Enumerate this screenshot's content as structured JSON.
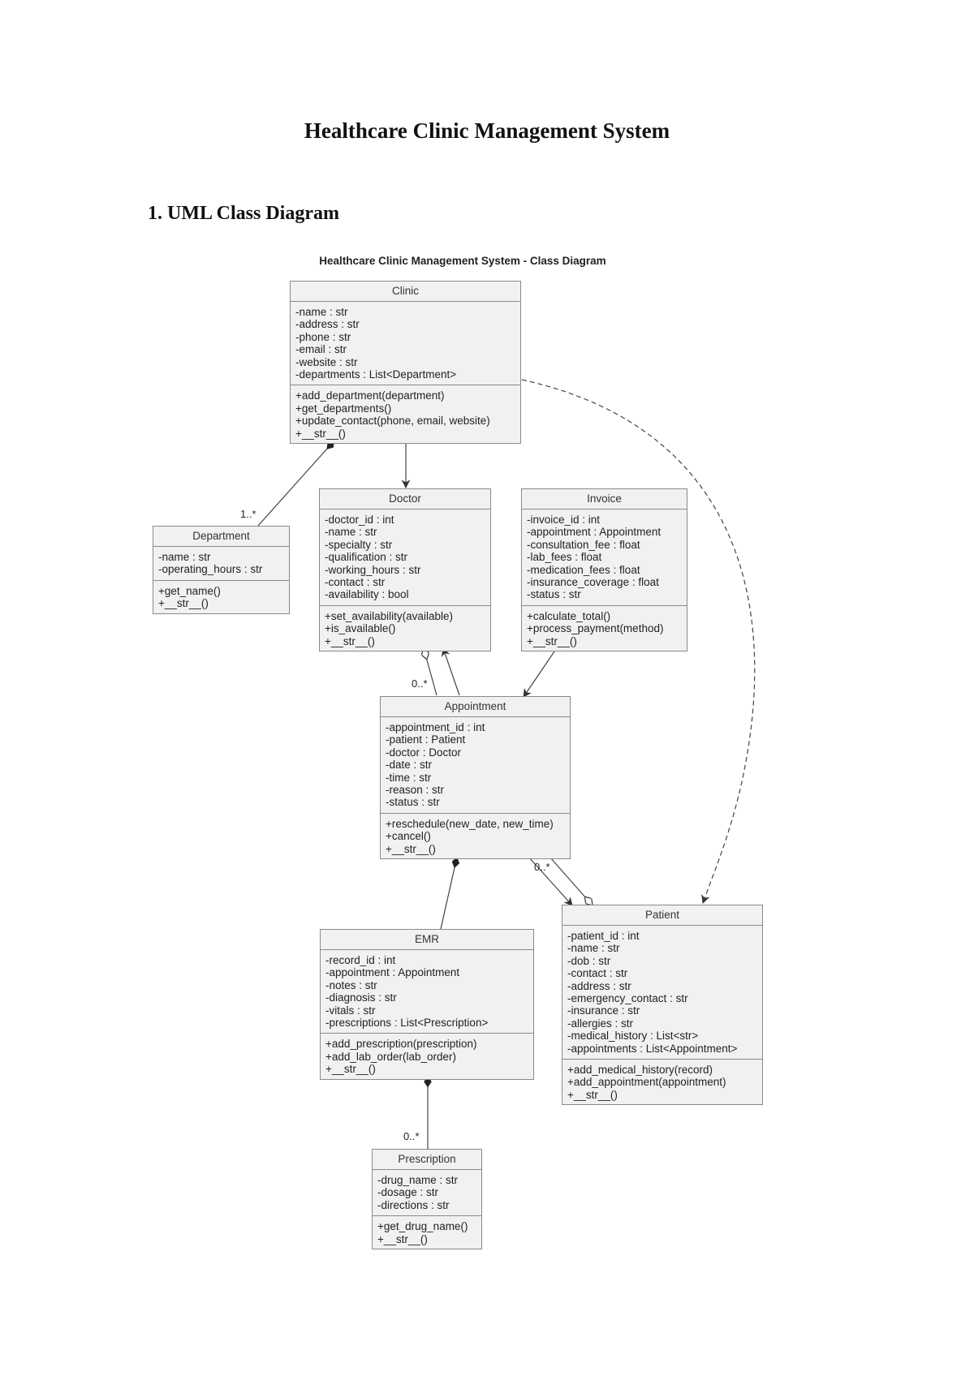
{
  "document": {
    "title": "Healthcare Clinic Management System",
    "section_heading": "1. UML Class Diagram"
  },
  "diagram": {
    "title": "Healthcare Clinic Management System - Class Diagram",
    "classes": {
      "clinic": {
        "name": "Clinic",
        "attributes": [
          "-name : str",
          "-address : str",
          "-phone : str",
          "-email : str",
          "-website : str",
          "-departments : List<Department>"
        ],
        "methods": [
          "+add_department(department)",
          "+get_departments()",
          "+update_contact(phone, email, website)",
          "+__str__()"
        ]
      },
      "department": {
        "name": "Department",
        "attributes": [
          "-name : str",
          "-operating_hours : str"
        ],
        "methods": [
          "+get_name()",
          "+__str__()"
        ]
      },
      "doctor": {
        "name": "Doctor",
        "attributes": [
          "-doctor_id : int",
          "-name : str",
          "-specialty : str",
          "-qualification : str",
          "-working_hours : str",
          "-contact : str",
          "-availability : bool"
        ],
        "methods": [
          "+set_availability(available)",
          "+is_available()",
          "+__str__()"
        ]
      },
      "invoice": {
        "name": "Invoice",
        "attributes": [
          "-invoice_id : int",
          "-appointment : Appointment",
          "-consultation_fee : float",
          "-lab_fees : float",
          "-medication_fees : float",
          "-insurance_coverage : float",
          "-status : str"
        ],
        "methods": [
          "+calculate_total()",
          "+process_payment(method)",
          "+__str__()"
        ]
      },
      "appointment": {
        "name": "Appointment",
        "attributes": [
          "-appointment_id : int",
          "-patient : Patient",
          "-doctor : Doctor",
          "-date : str",
          "-time : str",
          "-reason : str",
          "-status : str"
        ],
        "methods": [
          "+reschedule(new_date, new_time)",
          "+cancel()",
          "+__str__()"
        ]
      },
      "emr": {
        "name": "EMR",
        "attributes": [
          "-record_id : int",
          "-appointment : Appointment",
          "-notes : str",
          "-diagnosis : str",
          "-vitals : str",
          "-prescriptions : List<Prescription>"
        ],
        "methods": [
          "+add_prescription(prescription)",
          "+add_lab_order(lab_order)",
          "+__str__()"
        ]
      },
      "patient": {
        "name": "Patient",
        "attributes": [
          "-patient_id : int",
          "-name : str",
          "-dob : str",
          "-contact : str",
          "-address : str",
          "-emergency_contact : str",
          "-insurance : str",
          "-allergies : str",
          "-medical_history : List<str>",
          "-appointments : List<Appointment>"
        ],
        "methods": [
          "+add_medical_history(record)",
          "+add_appointment(appointment)",
          "+__str__()"
        ]
      },
      "prescription": {
        "name": "Prescription",
        "attributes": [
          "-drug_name : str",
          "-dosage : str",
          "-directions : str"
        ],
        "methods": [
          "+get_drug_name()",
          "+__str__()"
        ]
      }
    },
    "multiplicities": {
      "clinic_department": "1..*",
      "doctor_appointment": "0..*",
      "appointment_patient": "0..*",
      "emr_prescription": "0..*"
    }
  }
}
